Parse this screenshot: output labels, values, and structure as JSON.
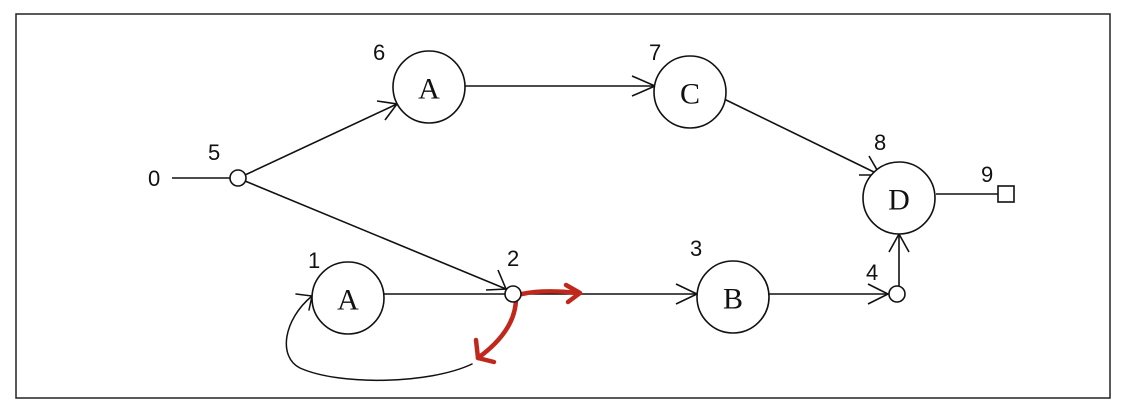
{
  "diagram": {
    "index_labels": {
      "n0": "0",
      "n1": "1",
      "n2": "2",
      "n3": "3",
      "n4": "4",
      "n5": "5",
      "n6": "6",
      "n7": "7",
      "n8": "8",
      "n9": "9"
    },
    "node_letters": {
      "n1": "A",
      "n3": "B",
      "n6": "A",
      "n7": "C",
      "n8": "D"
    },
    "annotation_color": "#c0281c"
  }
}
